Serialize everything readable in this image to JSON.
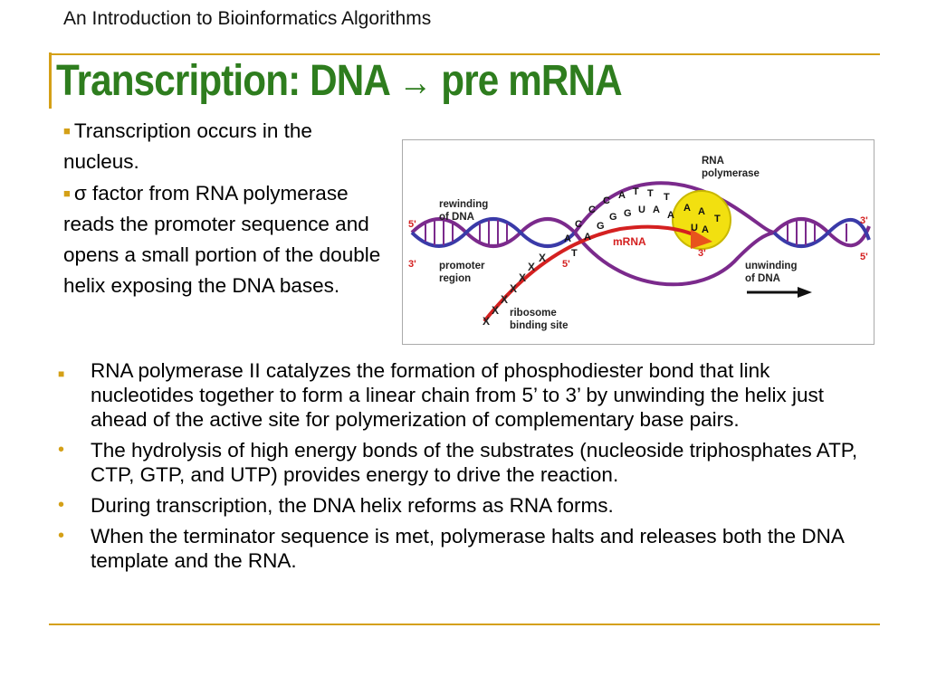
{
  "header": {
    "course": "An Introduction to Bioinformatics Algorithms"
  },
  "slide": {
    "title_main": "Transcription: DNA",
    "title_arrow": "→",
    "title_end": "pre mRNA",
    "left_bullets": [
      "Transcription occurs in the nucleus.",
      "σ factor from RNA polymerase reads the promoter sequence and opens a small portion of the double helix exposing the DNA bases."
    ],
    "bullets": [
      "RNA polymerase II catalyzes the formation of phosphodiester bond that link nucleotides together to form a linear chain from 5’ to 3’ by unwinding the helix just ahead of the active site for polymerization of complementary base pairs.",
      "The hydrolysis of high energy bonds of the substrates (nucleoside triphosphates ATP, CTP, GTP, and UTP) provides energy to drive the reaction.",
      "During transcription, the DNA helix reforms as RNA forms.",
      "When the terminator sequence is met, polymerase halts and releases both the DNA template and the RNA."
    ]
  },
  "figure": {
    "labels": {
      "rna_polymerase_1": "RNA",
      "rna_polymerase_2": "polymerase",
      "rewinding_1": "rewinding",
      "rewinding_2": "of DNA",
      "promoter_1": "promoter",
      "promoter_2": "region",
      "ribosome_1": "ribosome",
      "ribosome_2": "binding site",
      "unwinding_1": "unwinding",
      "unwinding_2": "of DNA",
      "mrna": "mRNA",
      "five_prime": "5'",
      "three_prime": "3'"
    },
    "top_bases": [
      "A",
      "C",
      "C",
      "C",
      "A",
      "T",
      "T",
      "T",
      "A",
      "A",
      "T"
    ],
    "bottom_bases": [
      "T",
      "A",
      "G",
      "G",
      "G",
      "U",
      "A",
      "A",
      "A",
      "U"
    ],
    "colors": {
      "title_green": "#2e7d1e",
      "accent_gold": "#d4a017",
      "dna_purple": "#7b2a8c",
      "dna_blue": "#3a3aa8",
      "mrna_red": "#d42020",
      "polymerase_yellow": "#f2e010"
    }
  }
}
